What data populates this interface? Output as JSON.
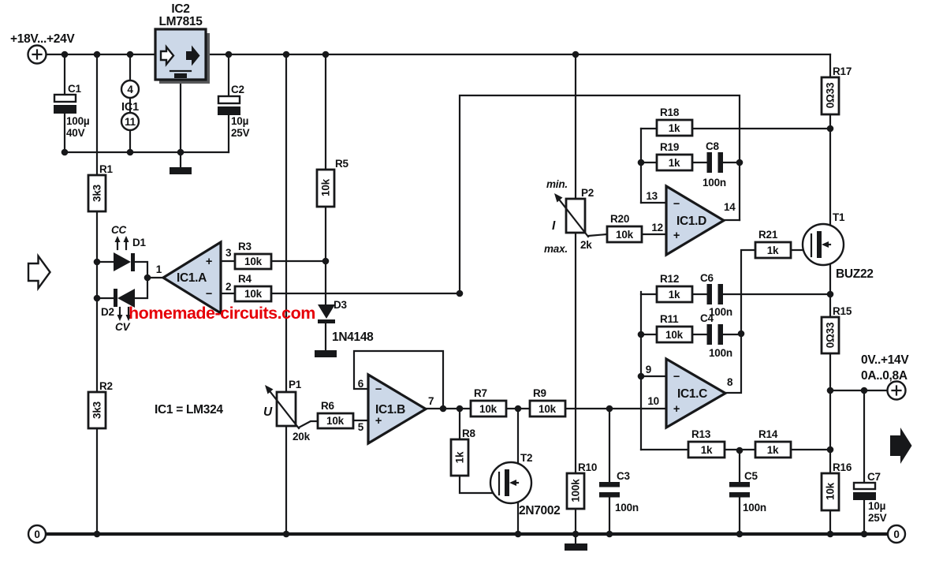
{
  "watermark": {
    "text": "homemade-circuits.com",
    "color": "#e60008"
  },
  "supply": {
    "input_range": "+18V...+24V",
    "output_voltage": "0V..+14V",
    "output_current": "0A..0,8A"
  },
  "symbols": {
    "plus": "+",
    "minus": "−",
    "zero": "0"
  },
  "note": "IC1 = LM324",
  "ic1": {
    "ref": "IC1",
    "power_pin_top": "4",
    "power_pin_bottom": "11"
  },
  "ic2": {
    "ref": "IC2",
    "part": "LM7815"
  },
  "opamps": {
    "a": {
      "label": "IC1.A",
      "pin_out": "1",
      "pin_noninv": "3",
      "pin_inv": "2"
    },
    "b": {
      "label": "IC1.B",
      "pin_inv": "6",
      "pin_noninv": "5",
      "pin_out": "7"
    },
    "c": {
      "label": "IC1.C",
      "pin_inv": "9",
      "pin_noninv": "10",
      "pin_out": "8"
    },
    "d": {
      "label": "IC1.D",
      "pin_inv": "13",
      "pin_noninv": "12",
      "pin_out": "14"
    }
  },
  "resistors": {
    "r1": {
      "ref": "R1",
      "value": "3k3"
    },
    "r2": {
      "ref": "R2",
      "value": "3k3"
    },
    "r3": {
      "ref": "R3",
      "value": "10k"
    },
    "r4": {
      "ref": "R4",
      "value": "10k"
    },
    "r5": {
      "ref": "R5",
      "value": "10k"
    },
    "r6": {
      "ref": "R6",
      "value": "10k"
    },
    "r7": {
      "ref": "R7",
      "value": "10k"
    },
    "r8": {
      "ref": "R8",
      "value": "1k"
    },
    "r9": {
      "ref": "R9",
      "value": "10k"
    },
    "r10": {
      "ref": "R10",
      "value": "100k"
    },
    "r11": {
      "ref": "R11",
      "value": "10k"
    },
    "r12": {
      "ref": "R12",
      "value": "1k"
    },
    "r13": {
      "ref": "R13",
      "value": "1k"
    },
    "r14": {
      "ref": "R14",
      "value": "1k"
    },
    "r15": {
      "ref": "R15",
      "value": "0Ω33"
    },
    "r16": {
      "ref": "R16",
      "value": "10k"
    },
    "r17": {
      "ref": "R17",
      "value": "0Ω33"
    },
    "r18": {
      "ref": "R18",
      "value": "1k"
    },
    "r19": {
      "ref": "R19",
      "value": "1k"
    },
    "r20": {
      "ref": "R20",
      "value": "10k"
    },
    "r21": {
      "ref": "R21",
      "value": "1k"
    }
  },
  "capacitors": {
    "c1": {
      "ref": "C1",
      "value": "100µ",
      "voltage": "40V"
    },
    "c2": {
      "ref": "C2",
      "value": "10µ",
      "voltage": "25V"
    },
    "c3": {
      "ref": "C3",
      "value": "100n"
    },
    "c4": {
      "ref": "C4",
      "value": "100n"
    },
    "c5": {
      "ref": "C5",
      "value": "100n"
    },
    "c6": {
      "ref": "C6",
      "value": "100n"
    },
    "c7": {
      "ref": "C7",
      "value": "10µ",
      "voltage": "25V"
    },
    "c8": {
      "ref": "C8",
      "value": "100n"
    }
  },
  "diodes": {
    "d1": {
      "ref": "D1",
      "mode": "CC"
    },
    "d2": {
      "ref": "D2",
      "mode": "CV"
    },
    "d3": {
      "ref": "D3",
      "part": "1N4148"
    }
  },
  "transistors": {
    "t1": {
      "ref": "T1",
      "part": "BUZ22"
    },
    "t2": {
      "ref": "T2",
      "part": "2N7002"
    }
  },
  "potentiometers": {
    "p1": {
      "ref": "P1",
      "value": "20k",
      "adjusts": "U"
    },
    "p2": {
      "ref": "P2",
      "value": "2k",
      "adjusts": "I",
      "min_label": "min.",
      "max_label": "max."
    }
  }
}
